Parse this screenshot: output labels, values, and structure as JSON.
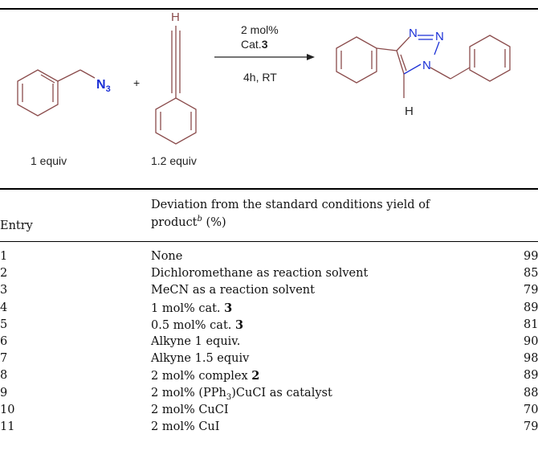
{
  "scheme": {
    "azide_label": "N3",
    "plus": "+",
    "alkyne_h": "H",
    "cond_line1": "2 mol%",
    "cond_line2_prefix": "Cat.",
    "cond_line2_bold": "3",
    "cond_line3": "4h, RT",
    "product_n1": "N",
    "product_n2": "N",
    "product_n3": "N",
    "product_h": "H",
    "azide_equiv": "1 equiv",
    "alkyne_equiv": "1.2 equiv"
  },
  "table": {
    "header_entry": "Entry",
    "header_dev_line1": "Deviation from the standard conditions yield of",
    "header_dev_line2_prefix": "product",
    "header_dev_sup": "b",
    "header_dev_suffix": " (%)",
    "rows": [
      {
        "entry": "1",
        "pre": "None",
        "bold": "",
        "sub": "",
        "post": "",
        "yield": "99"
      },
      {
        "entry": "2",
        "pre": "Dichloromethane as reaction solvent",
        "bold": "",
        "sub": "",
        "post": "",
        "yield": "85"
      },
      {
        "entry": "3",
        "pre": "MeCN as a reaction solvent",
        "bold": "",
        "sub": "",
        "post": "",
        "yield": "79"
      },
      {
        "entry": "4",
        "pre": "1 mol% cat. ",
        "bold": "3",
        "sub": "",
        "post": "",
        "yield": "89"
      },
      {
        "entry": "5",
        "pre": "0.5 mol% cat. ",
        "bold": "3",
        "sub": "",
        "post": "",
        "yield": "81"
      },
      {
        "entry": "6",
        "pre": "Alkyne 1 equiv.",
        "bold": "",
        "sub": "",
        "post": "",
        "yield": "90"
      },
      {
        "entry": "7",
        "pre": "Alkyne 1.5 equiv",
        "bold": "",
        "sub": "",
        "post": "",
        "yield": "98"
      },
      {
        "entry": "8",
        "pre": "2 mol% complex ",
        "bold": "2",
        "sub": "",
        "post": "",
        "yield": "89"
      },
      {
        "entry": "9",
        "pre": "2 mol% (PPh",
        "bold": "",
        "sub": "3",
        "post": ")CuCI as catalyst",
        "yield": "88"
      },
      {
        "entry": "10",
        "pre": "2 mol% CuCI",
        "bold": "",
        "sub": "",
        "post": "",
        "yield": "70"
      },
      {
        "entry": "11",
        "pre": "2 mol% CuI",
        "bold": "",
        "sub": "",
        "post": "",
        "yield": "79"
      }
    ]
  },
  "colors": {
    "bond_black": "#222222",
    "bond_red": "#8a4b4b",
    "nitrogen_blue": "#1a2fd6",
    "rule": "#000000"
  }
}
